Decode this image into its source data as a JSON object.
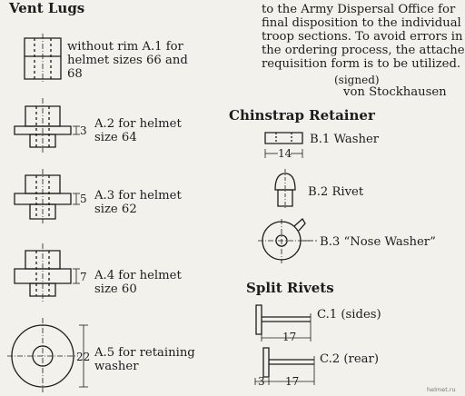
{
  "headings": {
    "vent_lugs": "Vent Lugs",
    "chinstrap_retainer": "Chinstrap Retainer",
    "split_rivets": "Split Rivets"
  },
  "letter": {
    "lines": [
      "to the Army Dispersal Office for",
      "final disposition to the individual",
      "troop sections. To avoid errors in",
      "the ordering process, the attached",
      "requisition form is to be utilized."
    ],
    "signed": "(signed)",
    "signature": "von Stockhausen"
  },
  "vent_lugs": {
    "a1": [
      "without rim A.1 for",
      "helmet sizes 66 and",
      "68"
    ],
    "a2": [
      "A.2 for helmet",
      "size 64"
    ],
    "a3": [
      "A.3 for helmet",
      "size 62"
    ],
    "a4": [
      "A.4 for helmet",
      "size 60"
    ],
    "a5": [
      "A.5 for retaining",
      "washer"
    ]
  },
  "dimensions": {
    "a2": "3",
    "a3": "5",
    "a4": "7",
    "a5": "22",
    "b1": "14",
    "c1": "17",
    "c2_a": "3",
    "c2_b": "17"
  },
  "chinstrap": {
    "b1": "B.1 Washer",
    "b2": "B.2 Rivet",
    "b3": "B.3 “Nose Washer”"
  },
  "split_rivets": {
    "c1": "C.1 (sides)",
    "c2": "C.2 (rear)"
  },
  "watermark": "helmet.ru"
}
